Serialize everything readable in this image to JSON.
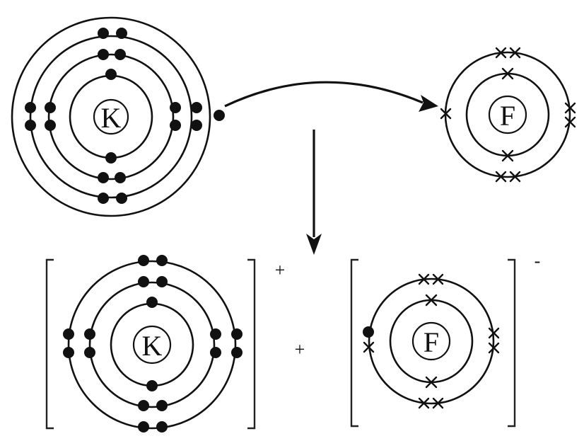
{
  "potassium_atom": {
    "symbol": "K",
    "shell_electrons": [
      2,
      8,
      8,
      1
    ]
  },
  "fluorine_atom": {
    "symbol": "F",
    "shell_electrons": [
      2,
      7
    ]
  },
  "potassium_ion": {
    "symbol": "K",
    "charge": "+",
    "shell_electrons": [
      2,
      8,
      8
    ]
  },
  "fluoride_ion": {
    "symbol": "F",
    "charge": "-",
    "shell_electrons": [
      2,
      8
    ],
    "transferred_electrons": 1
  },
  "between_ions": "+"
}
